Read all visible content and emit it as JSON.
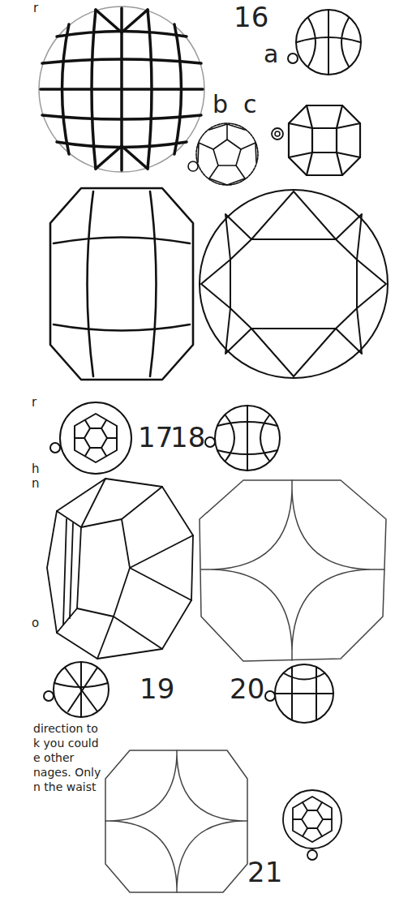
{
  "diagram": {
    "labels": [
      "r",
      "16",
      "a",
      "b",
      "c",
      "r",
      "17",
      "18",
      "h",
      "n",
      "o",
      "19",
      "20",
      "direction to",
      "k you could",
      "e other",
      "nages. Only",
      "n the waist",
      "21"
    ]
  }
}
